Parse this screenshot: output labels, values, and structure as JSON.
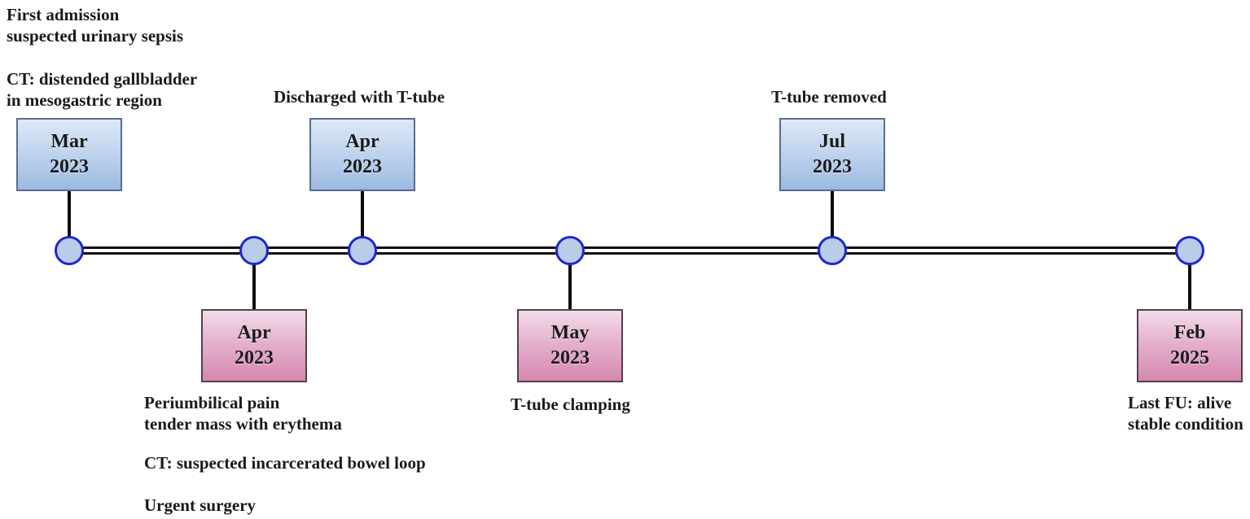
{
  "figure": {
    "type": "patient-case-timeline",
    "background": "#ffffff"
  },
  "colors": {
    "blue_box_top": "#dce8f7",
    "blue_box_bottom": "#9cb9e2",
    "blue_box_border": "#5a6c92",
    "pink_box_top": "#f3dcea",
    "pink_box_bottom": "#d687af",
    "pink_box_border": "#54404c",
    "node_fill": "#b9cdea",
    "node_border": "#1f27cf",
    "axis_color": "#0c0c0c",
    "text_color": "#1a1a1a"
  },
  "events": [
    {
      "month": "Mar",
      "year": "2023",
      "side": "above",
      "notes": [
        {
          "lines": [
            "First admission",
            "suspected urinary sepsis"
          ]
        },
        {
          "lines": [
            "CT: distended gallbladder",
            "in mesogastric region"
          ]
        }
      ]
    },
    {
      "month": "Apr",
      "year": "2023",
      "side": "below",
      "notes": [
        {
          "lines": [
            "Periumbilical pain",
            "tender mass with erythema"
          ]
        },
        {
          "lines": [
            "CT: suspected incarcerated bowel loop"
          ]
        },
        {
          "lines": [
            "Urgent surgery"
          ]
        }
      ]
    },
    {
      "month": "Apr",
      "year": "2023",
      "side": "above",
      "notes": [
        {
          "lines": [
            "Discharged with T-tube"
          ]
        }
      ]
    },
    {
      "month": "May",
      "year": "2023",
      "side": "below",
      "notes": [
        {
          "lines": [
            "T-tube clamping"
          ]
        }
      ]
    },
    {
      "month": "Jul",
      "year": "2023",
      "side": "above",
      "notes": [
        {
          "lines": [
            "T-tube removed"
          ]
        }
      ]
    },
    {
      "month": "Feb",
      "year": "2025",
      "side": "below",
      "notes": [
        {
          "lines": [
            "Last FU: alive",
            "stable condition"
          ]
        }
      ]
    }
  ]
}
